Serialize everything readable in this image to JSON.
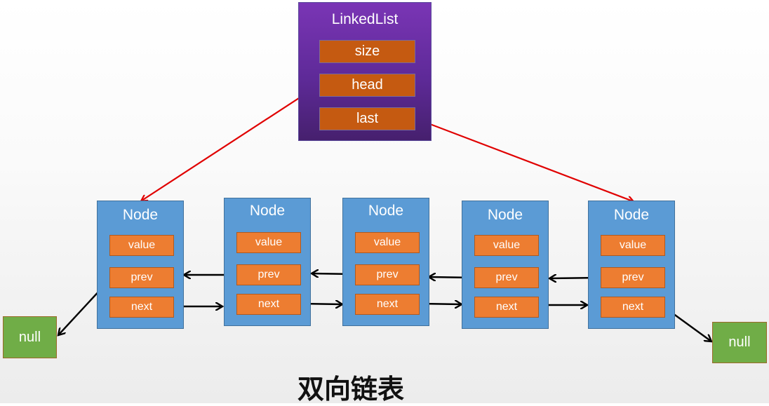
{
  "diagram": {
    "title": "双向链表",
    "linked_list": {
      "label": "LinkedList",
      "fields": [
        "size",
        "head",
        "last"
      ]
    },
    "nodes": [
      {
        "label": "Node",
        "fields": [
          "value",
          "prev",
          "next"
        ]
      },
      {
        "label": "Node",
        "fields": [
          "value",
          "prev",
          "next"
        ]
      },
      {
        "label": "Node",
        "fields": [
          "value",
          "prev",
          "next"
        ]
      },
      {
        "label": "Node",
        "fields": [
          "value",
          "prev",
          "next"
        ]
      },
      {
        "label": "Node",
        "fields": [
          "value",
          "prev",
          "next"
        ]
      }
    ],
    "null_left": "null",
    "null_right": "null",
    "edges": [
      {
        "from": "LinkedList.head",
        "to": "Node 1",
        "color": "#e00000"
      },
      {
        "from": "LinkedList.last",
        "to": "Node 5",
        "color": "#e00000"
      },
      {
        "from": "Node 1.prev",
        "to": "null (left)",
        "color": "#000000"
      },
      {
        "from": "Node 1.next",
        "to": "Node 2",
        "color": "#000000"
      },
      {
        "from": "Node 2.prev",
        "to": "Node 1",
        "color": "#000000"
      },
      {
        "from": "Node 2.next",
        "to": "Node 3",
        "color": "#000000"
      },
      {
        "from": "Node 3.prev",
        "to": "Node 2",
        "color": "#000000"
      },
      {
        "from": "Node 3.next",
        "to": "Node 4",
        "color": "#000000"
      },
      {
        "from": "Node 4.prev",
        "to": "Node 3",
        "color": "#000000"
      },
      {
        "from": "Node 4.next",
        "to": "Node 5",
        "color": "#000000"
      },
      {
        "from": "Node 5.prev",
        "to": "Node 4",
        "color": "#000000"
      },
      {
        "from": "Node 5.next",
        "to": "null (right)",
        "color": "#000000"
      }
    ],
    "colors": {
      "linkedlist_bg": "#6a2fa8",
      "field_orange_dark": "#c55a11",
      "node_bg": "#5b9bd5",
      "field_orange": "#ed7d31",
      "null_bg": "#70ad47",
      "pointer_red": "#e00000",
      "pointer_black": "#000000"
    }
  }
}
